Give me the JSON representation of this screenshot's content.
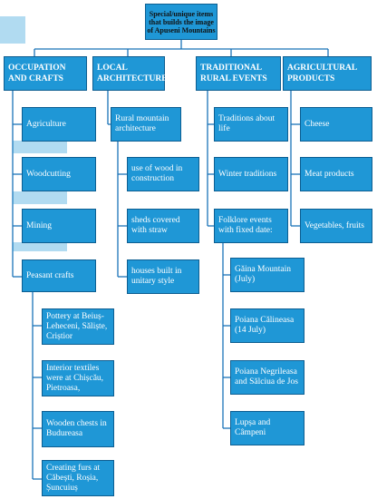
{
  "root": {
    "title": "Special/unique items that builds the image of Apuseni Mountains"
  },
  "columns": [
    {
      "header": "OCCUPATION AND CRAFTS",
      "items": [
        "Agriculture",
        "Woodcutting",
        "Mining",
        "Peasant crafts"
      ],
      "subitems": [
        "Pottery at Beiuș-Leheceni, Săliște, Criștior",
        "Interior textiles were at Chișcău, Pietroasa,",
        "Wooden chests in Budureasa",
        "Creating furs at Căbești, Roșia, Șuncuiuș"
      ]
    },
    {
      "header": "LOCAL ARCHITECTURE",
      "items": [
        "Rural mountain architecture",
        "use of wood in construction",
        "sheds covered with straw",
        "houses built in unitary style"
      ]
    },
    {
      "header": "TRADITIONAL RURAL EVENTS",
      "items": [
        "Traditions about life",
        "Winter traditions",
        "Folklore events with fixed date:"
      ],
      "subitems": [
        "Găina Mountain (July)",
        "Poiana Călineasa (14 July)",
        "Poiana Negrileasa and Sălciua de Jos",
        "Lupșa and Câmpeni"
      ]
    },
    {
      "header": "AGRICULTURAL PRODUCTS",
      "items": [
        "Cheese",
        "Meat products",
        "Vegetables, fruits"
      ]
    }
  ],
  "colors": {
    "box": "#1f97d6",
    "border": "#0d5e91",
    "line": "#1a73b8"
  }
}
